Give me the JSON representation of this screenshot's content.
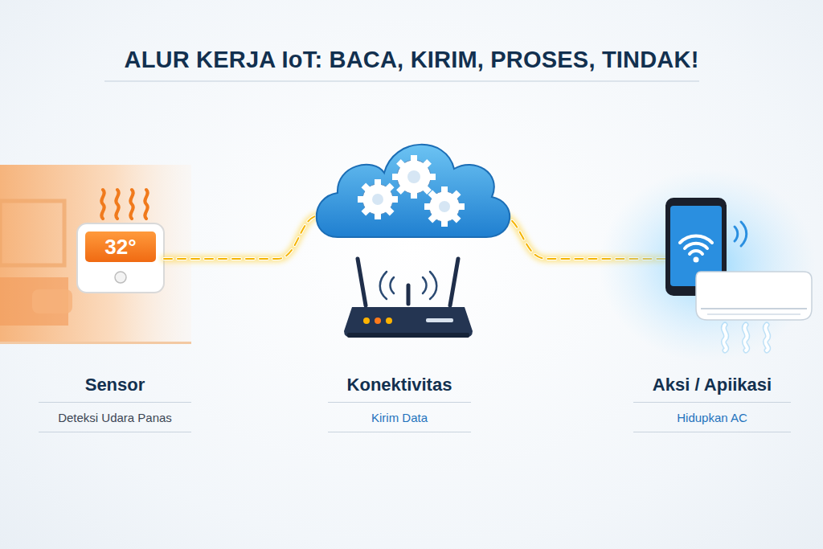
{
  "diagram": {
    "title": "ALUR KERJA IoT: BACA, KIRIM, PROSES, TINDAK!",
    "nodes": [
      {
        "text": [
          "Sensor",
          "Deteksi Udara Panas"
        ]
      },
      {
        "text": [
          "Konektivitas",
          "Kirim Data"
        ]
      },
      {
        "text": [
          "Aksi / Apiikasi",
          "Hidupkan AC"
        ]
      }
    ],
    "labels": [
      "32°"
    ]
  }
}
